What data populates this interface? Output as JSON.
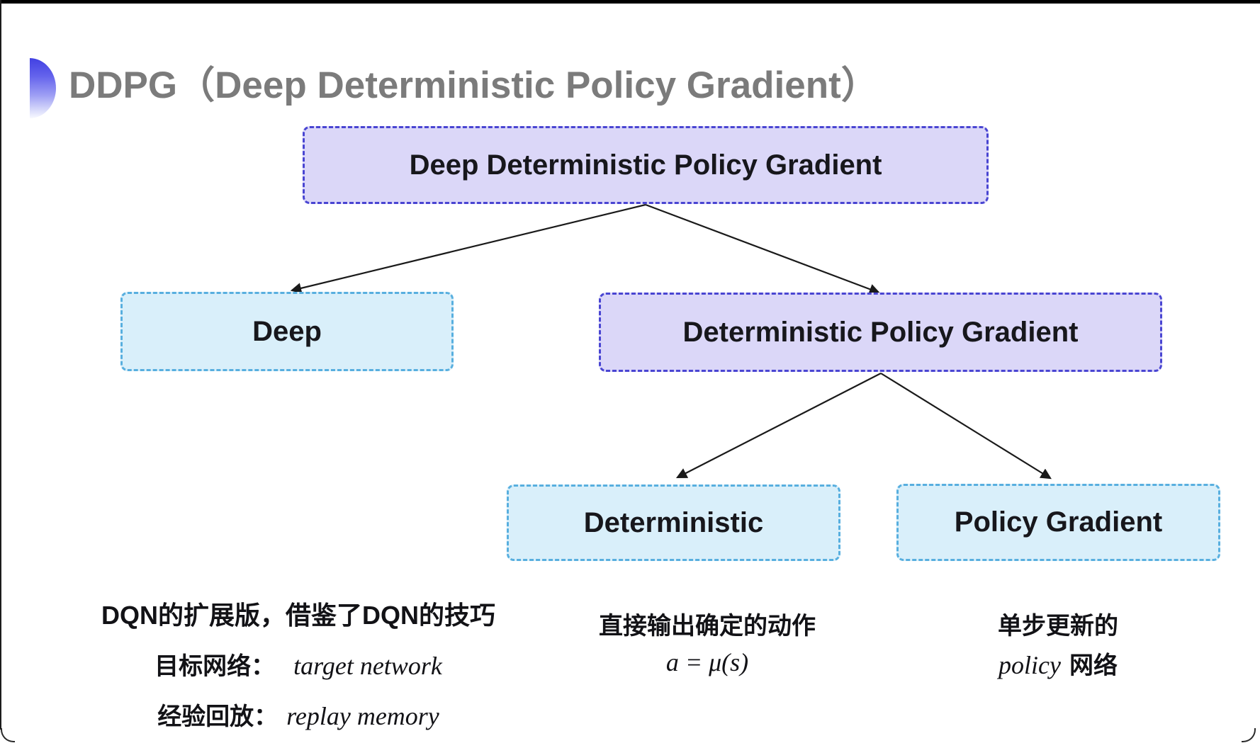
{
  "slide": {
    "title": "DDPG（Deep Deterministic Policy Gradient）"
  },
  "diagram": {
    "root": {
      "label": "Deep Deterministic Policy Gradient"
    },
    "level1": [
      {
        "label": "Deep"
      },
      {
        "label": "Deterministic Policy Gradient"
      }
    ],
    "level2": [
      {
        "label": "Deterministic"
      },
      {
        "label": "Policy Gradient"
      }
    ]
  },
  "annotations": {
    "deep_note": {
      "line1": "DQN的扩展版，借鉴了DQN的技巧",
      "line2_label": "目标网络：",
      "line2_term": "target network",
      "line3_label": "经验回放：",
      "line3_term": "replay memory"
    },
    "deterministic_note": {
      "line1": "直接输出确定的动作",
      "formula": "a = μ(s)"
    },
    "policy_gradient_note": {
      "line1": "单步更新的",
      "line2_term": "policy",
      "line2_rest": "网络"
    }
  },
  "colors": {
    "purple_fill": "#dbd7f8",
    "purple_border": "#4945d2",
    "cyan_fill": "#d9effa",
    "cyan_border": "#58afdf",
    "title_gray": "#7b7b7b",
    "text_dark": "#17171c",
    "arrow": "#1a1a1a"
  }
}
